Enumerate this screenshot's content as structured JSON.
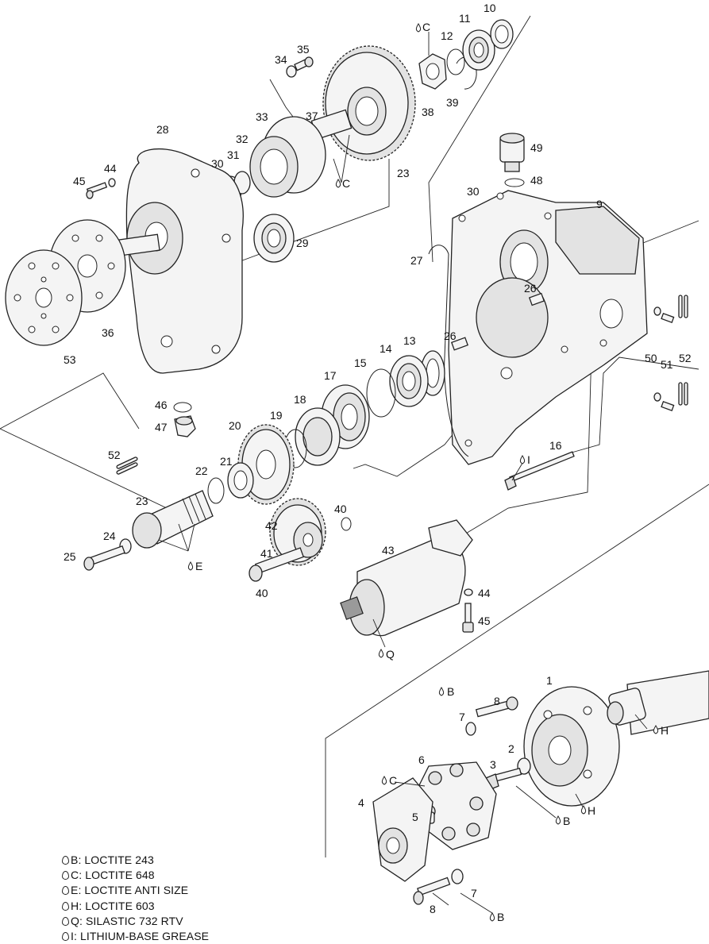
{
  "callouts": {
    "c1": "1",
    "c2": "2",
    "c3": "3",
    "c4": "4",
    "c5": "5",
    "c6": "6",
    "c7": "7",
    "c7b": "7",
    "c8": "8",
    "c8b": "8",
    "c9": "9",
    "c10": "10",
    "c11": "11",
    "c12": "12",
    "c13": "13",
    "c14": "14",
    "c15": "15",
    "c16": "16",
    "c17": "17",
    "c18": "18",
    "c19": "19",
    "c20": "20",
    "c21": "21",
    "c22": "22",
    "c23a": "23",
    "c23b": "23",
    "c24": "24",
    "c25": "25",
    "c26a": "26",
    "c26b": "26",
    "c27": "27",
    "c28": "28",
    "c29": "29",
    "c30a": "30",
    "c30b": "30",
    "c31": "31",
    "c32": "32",
    "c33": "33",
    "c34": "34",
    "c35": "35",
    "c36": "36",
    "c37": "37",
    "c38": "38",
    "c39": "39",
    "c40a": "40",
    "c40b": "40",
    "c41": "41",
    "c42": "42",
    "c43": "43",
    "c44a": "44",
    "c44b": "44",
    "c45a": "45",
    "c45b": "45",
    "c46": "46",
    "c47": "47",
    "c48": "48",
    "c49": "49",
    "c50": "50",
    "c51": "51",
    "c52a": "52",
    "c52b": "52",
    "c53": "53"
  },
  "compound_marks": {
    "mC1": "C",
    "mC2": "C",
    "mC3": "C",
    "mE": "E",
    "mI": "I",
    "mQ": "Q",
    "mB1": "B",
    "mB2": "B",
    "mB3": "B",
    "mH1": "H",
    "mH2": "H"
  },
  "legend": [
    {
      "code": "B",
      "text": "B: LOCTITE 243"
    },
    {
      "code": "C",
      "text": "C: LOCTITE 648"
    },
    {
      "code": "E",
      "text": "E: LOCTITE ANTI SIZE"
    },
    {
      "code": "H",
      "text": "H: LOCTITE 603"
    },
    {
      "code": "Q",
      "text": "Q: SILASTIC 732 RTV"
    },
    {
      "code": "I",
      "text": "I: LITHIUM-BASE GREASE"
    }
  ]
}
